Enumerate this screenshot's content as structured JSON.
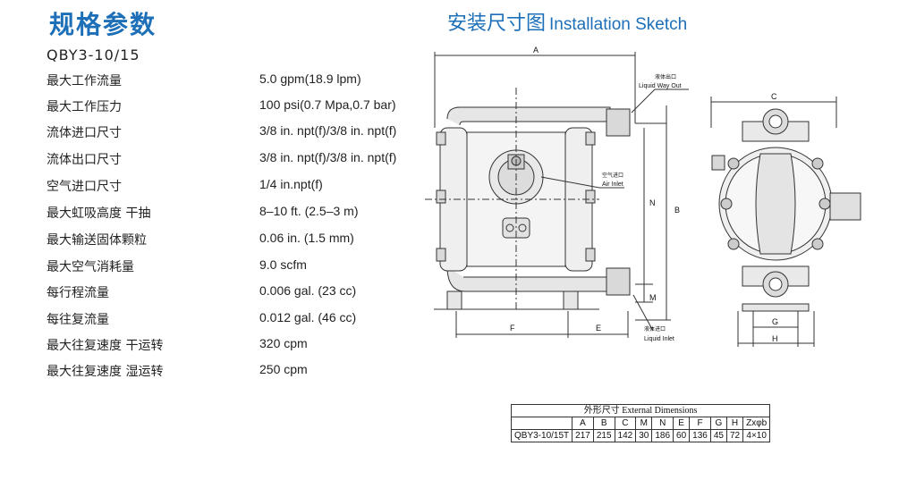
{
  "header": {
    "title_left": "规格参数",
    "model": "QBY3-10/15",
    "title_right_cn": "安装尺寸图",
    "title_right_en": "Installation Sketch"
  },
  "specs": [
    {
      "label": "最大工作流量",
      "value": "5.0 gpm(18.9 lpm)"
    },
    {
      "label": "最大工作压力",
      "value": "100 psi(0.7 Mpa,0.7 bar)"
    },
    {
      "label": "流体进口尺寸",
      "value": "3/8 in. npt(f)/3/8 in. npt(f)"
    },
    {
      "label": "流体出口尺寸",
      "value": "3/8 in. npt(f)/3/8 in. npt(f)"
    },
    {
      "label": "空气进口尺寸",
      "value": "1/4 in.npt(f)"
    },
    {
      "label": "最大虹吸高度   干抽",
      "value": "8–10 ft. (2.5–3 m)"
    },
    {
      "label": "最大输送固体颗粒",
      "value": "0.06 in. (1.5 mm)"
    },
    {
      "label": "最大空气消耗量",
      "value": "9.0 scfm"
    },
    {
      "label": "每行程流量",
      "value": "0.006 gal. (23 cc)"
    },
    {
      "label": "每往复流量",
      "value": "0.012 gal. (46 cc)"
    },
    {
      "label": "最大往复速度 干运转",
      "value": "320 cpm"
    },
    {
      "label": "最大往复速度 湿运转",
      "value": "250 cpm"
    }
  ],
  "drawing_labels": {
    "dim_A": "A",
    "dim_B": "B",
    "dim_C": "C",
    "dim_E": "E",
    "dim_F": "F",
    "dim_G": "G",
    "dim_H": "H",
    "dim_M": "M",
    "dim_N": "N",
    "liquid_out_cn": "液体出口",
    "liquid_out_en": "Liquid Way Out",
    "air_inlet_cn": "空气进口",
    "air_inlet_en": "Air Inlet",
    "liquid_inlet_cn": "液体进口",
    "liquid_inlet_en": "Liquid Inlet"
  },
  "dimension_table": {
    "caption": "外形尺寸 External Dimensions",
    "columns": [
      "A",
      "B",
      "C",
      "M",
      "N",
      "E",
      "F",
      "G",
      "H",
      "Zxφb"
    ],
    "row_label": "QBY3-10/15T",
    "values": [
      "217",
      "215",
      "142",
      "30",
      "186",
      "60",
      "136",
      "45",
      "72",
      "4×10"
    ]
  },
  "colors": {
    "accent": "#1d6fb8",
    "line": "#333333",
    "fill": "#d9d9d9"
  }
}
